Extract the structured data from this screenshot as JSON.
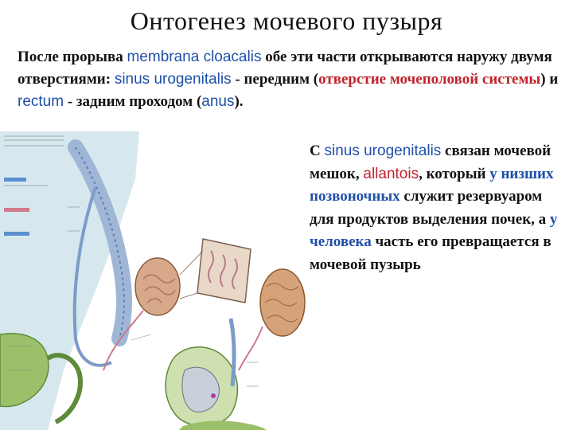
{
  "title": "Онтогенез мочевого пузыря",
  "paragraph1": {
    "t1": "После прорыва ",
    "t2": "membrana cloacalis",
    "t3": " обе эти части открываются наружу двумя отверстиями: ",
    "t4": "sinus urogenitalis",
    "t5": " - передним (",
    "t6": "отверстие мочеполовой системы",
    "t7": ") и ",
    "t8": "rectum",
    "t9": " - задним проходом (",
    "t10": "anus",
    "t11": ")."
  },
  "paragraph2": {
    "t1": "С ",
    "t2": "sinus urogenitalis",
    "t3": " связан мочевой мешок, ",
    "t4": "allantois",
    "t5": ", который ",
    "t6": "у низших позвоночных",
    "t7": " служит резервуаром для продуктов выделения почек, а ",
    "t8": "у человека",
    "t9": " часть его превращается в мочевой пузырь"
  },
  "figure": {
    "icon": "embryology-illustration",
    "colors": {
      "mesonephros": "#9fb6d6",
      "metanephros": "#d89a80",
      "allantois": "#9bc06a",
      "cloaca_bg": "#cfe3ea"
    }
  }
}
